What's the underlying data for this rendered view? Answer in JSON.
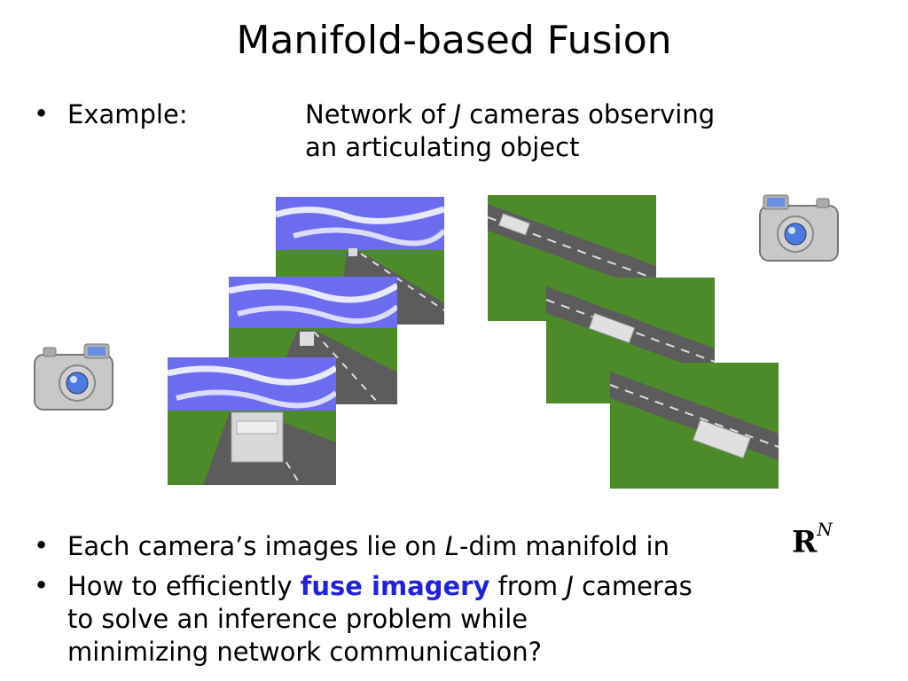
{
  "slide": {
    "title": "Manifold-based Fusion",
    "bullet1": {
      "label": "Example:",
      "line1_pre": "Network of ",
      "line1_var": "J",
      "line1_post": " cameras observing",
      "line2": "an articulating object"
    },
    "bullet2": {
      "pre": "Each camera’s images lie on ",
      "var": "L",
      "post": "-dim manifold in",
      "space": "R",
      "space_exp": "N"
    },
    "bullet3": {
      "pre": "How to efficiently ",
      "highlight": "fuse imagery",
      "mid": " from ",
      "var": "J",
      "post": " cameras",
      "line2": "to solve an inference problem while",
      "line3": "minimizing network communication?"
    },
    "bullet_glyph": "•",
    "colors": {
      "highlight": "#2222dd",
      "sky": "#6c6cf0",
      "grass": "#4d8a2a",
      "road": "#5c5c5c"
    },
    "icons": [
      "camera-icon-left",
      "camera-icon-right"
    ]
  }
}
